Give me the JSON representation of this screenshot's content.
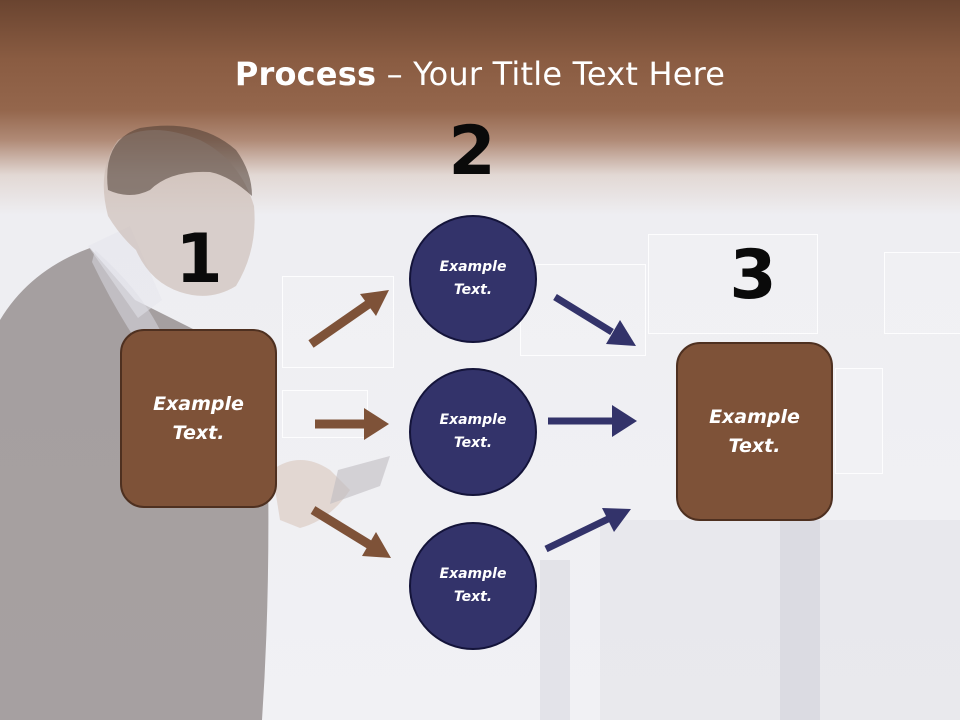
{
  "slide": {
    "title_bold": "Process",
    "title_rest": " – Your Title Text Here"
  },
  "steps": {
    "one": "1",
    "two": "2",
    "three": "3"
  },
  "nodes": {
    "start": "Example\nText.",
    "middle_top": "Example\nText.",
    "middle_center": "Example\nText.",
    "middle_bottom": "Example\nText.",
    "end": "Example\nText."
  },
  "colors": {
    "header_brown": "#8a5c42",
    "box_brown": "#7e5238",
    "circle_navy": "#33336a",
    "arrow_brown": "#7e5238",
    "arrow_navy": "#33336a",
    "number_black": "#0a0a0a"
  }
}
